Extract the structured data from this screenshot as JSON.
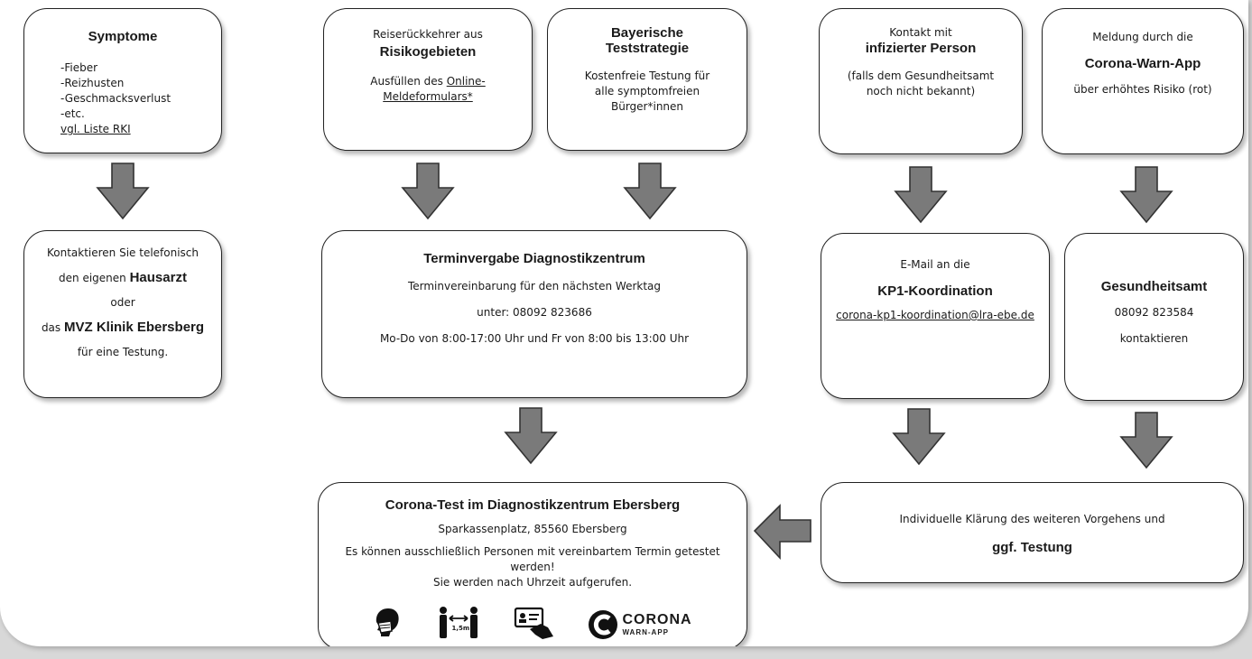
{
  "symptome": {
    "title": "Symptome",
    "items": [
      "-Fieber",
      "-Reizhusten",
      "-Geschmacksverlust",
      "-etc."
    ],
    "link": "vgl. Liste RKI"
  },
  "reise": {
    "line1": "Reiserückkehrer aus",
    "title": "Risikogebieten",
    "text_prefix": "Ausfüllen des",
    "link1": "Online-",
    "link2": "Meldeformulars*"
  },
  "bayern": {
    "title1": "Bayerische",
    "title2": "Teststrategie",
    "lines": [
      "Kostenfreie Testung für",
      "alle symptomfreien",
      "Bürger*innen"
    ]
  },
  "kontakt": {
    "line1": "Kontakt mit",
    "title": "infizierter Person",
    "lines": [
      "(falls dem Gesundheitsamt",
      "noch nicht bekannt)"
    ]
  },
  "warnapp": {
    "line1": "Meldung durch die",
    "title": "Corona-Warn-App",
    "line2": "über erhöhtes Risiko (rot)"
  },
  "hausarzt": {
    "line1": "Kontaktieren Sie telefonisch",
    "line2_prefix": "den eigenen",
    "line2_bold": "Hausarzt",
    "line3": "oder",
    "line4_prefix": "das",
    "line4_bold": "MVZ Klinik Ebersberg",
    "line5": "für eine Testung."
  },
  "termin": {
    "title": "Terminvergabe Diagnostikzentrum",
    "line1": "Terminvereinbarung für den nächsten Werktag",
    "line2": "unter: 08092 823686",
    "line3": "Mo-Do von 8:00-17:00 Uhr und Fr von 8:00 bis 13:00 Uhr"
  },
  "kp1": {
    "line1": "E-Mail an die",
    "title": "KP1-Koordination",
    "email": "corona-kp1-koordination@lra-ebe.de"
  },
  "gesundheitsamt": {
    "title": "Gesundheitsamt",
    "phone": "08092 823584",
    "line": "kontaktieren"
  },
  "test": {
    "title": "Corona-Test im Diagnostikzentrum Ebersberg",
    "address": "Sparkassenplatz, 85560 Ebersberg",
    "note1": "Es können ausschließlich Personen mit vereinbartem Termin getestet",
    "note2": "werden!",
    "note3": "Sie werden nach Uhrzeit aufgerufen.",
    "distance_label": "1,5m",
    "logo_big": "CORONA",
    "logo_small": "WARN-APP"
  },
  "klaerung": {
    "line1": "Individuelle Klärung des weiteren Vorgehens und",
    "title": "ggf. Testung"
  },
  "colors": {
    "arrow": "#7a7a7a",
    "arrow_stroke": "#333333",
    "box_border": "#222222"
  },
  "icons": [
    "mask-icon",
    "distance-icon",
    "id-card-hand-icon",
    "corona-warn-app-logo-icon"
  ]
}
